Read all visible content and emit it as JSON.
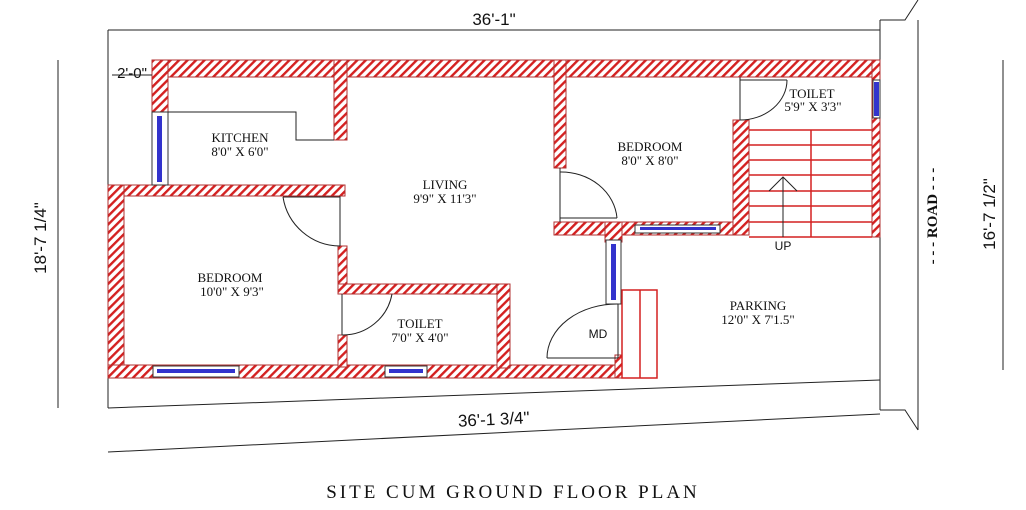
{
  "title": "SITE CUM GROUND FLOOR PLAN",
  "dimensions": {
    "top": "36'-1\"",
    "bottom": "36'-1 3/4\"",
    "left": "18'-7 1/4\"",
    "right": "16'-7 1/2\"",
    "setback": "2'-0\""
  },
  "rooms": [
    {
      "name": "KITCHEN",
      "size": "8'0\" X 6'0\""
    },
    {
      "name": "LIVING",
      "size": "9'9\" X 11'3\""
    },
    {
      "name": "BEDROOM",
      "size": "10'0\" X 9'3\""
    },
    {
      "name": "TOILET",
      "size": "7'0\" X 4'0\""
    },
    {
      "name": "BEDROOM",
      "size": "8'0\" X 8'0\""
    },
    {
      "name": "TOILET",
      "size": "5'9\" X 3'3\""
    },
    {
      "name": "PARKING",
      "size": "12'0\" X 7'1.5\""
    }
  ],
  "labels": {
    "stairs": "UP",
    "main_door": "MD",
    "road": "- - - ROAD - - -"
  },
  "colors": {
    "wall_hatch": "#d42020",
    "window_glass": "#3333cc"
  }
}
